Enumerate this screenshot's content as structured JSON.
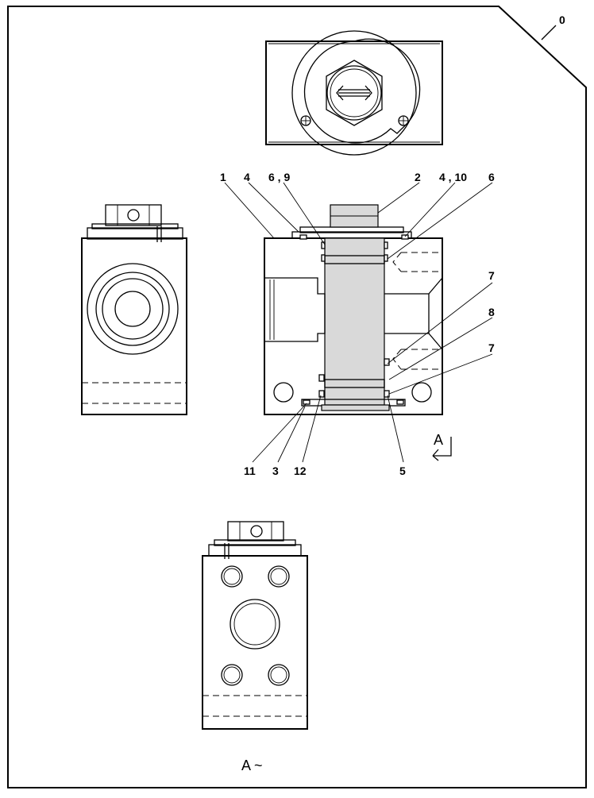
{
  "sheet_label": "0",
  "callouts_top": [
    "1",
    "4",
    "6 , 9",
    "2",
    "4 , 10",
    "6"
  ],
  "callouts_right": [
    "7",
    "8",
    "7"
  ],
  "callouts_bottom": [
    "11",
    "3",
    "12",
    "5"
  ],
  "section_marker": "A",
  "view_label": "A ~"
}
